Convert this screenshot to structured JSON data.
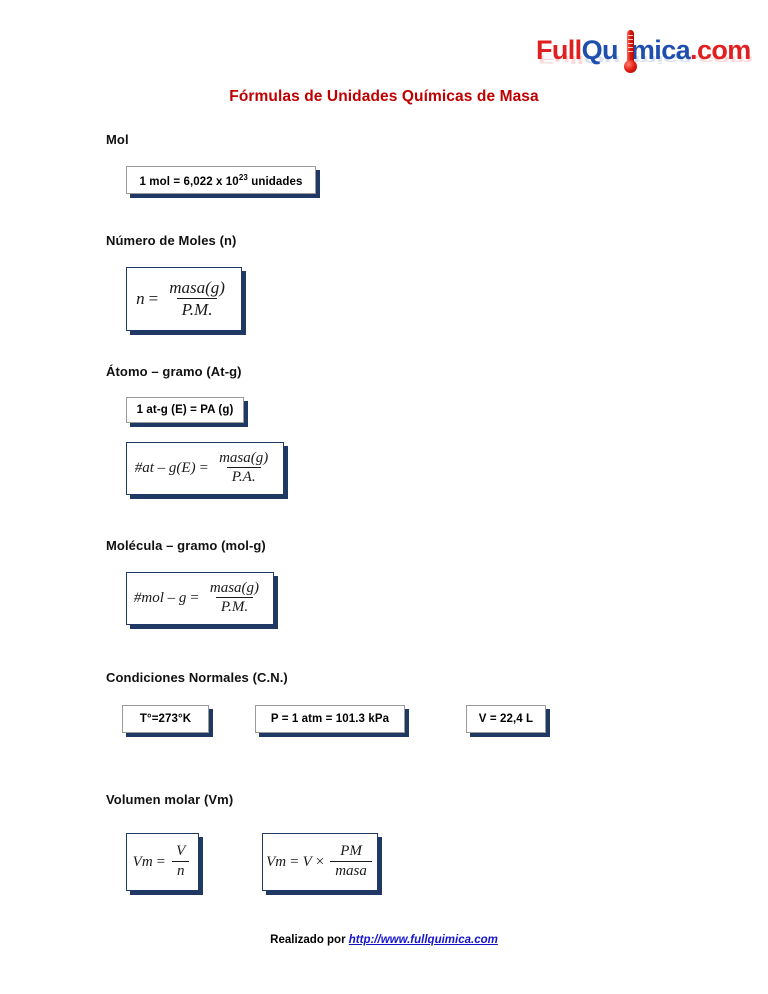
{
  "document": {
    "title": "Fórmulas de Unidades Químicas de Masa"
  },
  "logo": {
    "part1": "Full",
    "part2": "Qu",
    "part3": "mica",
    "part4": ".com",
    "icon": "thermometer-icon",
    "color_red": "#E02020",
    "color_blue": "#1F4FAE"
  },
  "colors": {
    "title_red": "#C00000",
    "box_border": "#1F3864",
    "link_blue": "#1414CC"
  },
  "sections": [
    {
      "heading": "Mol",
      "boxes": [
        {
          "kind": "plain",
          "text_before": "1 mol = 6,022 x 10",
          "superscript": "23",
          "text_after": " unidades"
        }
      ]
    },
    {
      "heading": "Número de Moles (n)",
      "boxes": [
        {
          "kind": "fraction",
          "lhs": "n",
          "operator": "=",
          "numerator": "masa(g)",
          "denominator": "P.M."
        }
      ]
    },
    {
      "heading": "Átomo – gramo (At-g)",
      "boxes": [
        {
          "kind": "plain",
          "text": "1 at-g (E) = PA (g)"
        },
        {
          "kind": "fraction",
          "lhs": "#at – g(E)",
          "operator": "=",
          "numerator": "masa(g)",
          "denominator": "P.A."
        }
      ]
    },
    {
      "heading": "Molécula – gramo (mol-g)",
      "boxes": [
        {
          "kind": "fraction",
          "lhs": "#mol – g",
          "operator": "=",
          "numerator": "masa(g)",
          "denominator": "P.M."
        }
      ]
    },
    {
      "heading": "Condiciones Normales (C.N.)",
      "boxes": [
        {
          "kind": "plain",
          "text": "T°=273°K"
        },
        {
          "kind": "plain",
          "text": "P = 1 atm = 101.3 kPa"
        },
        {
          "kind": "plain",
          "text": "V = 22,4 L"
        }
      ]
    },
    {
      "heading": "Volumen molar (Vm)",
      "boxes": [
        {
          "kind": "fraction",
          "lhs": "Vm",
          "operator": "=",
          "numerator": "V",
          "denominator": "n"
        },
        {
          "kind": "fraction2",
          "lhs": "Vm",
          "operator": "=",
          "mid": "V",
          "times": "×",
          "numerator": "PM",
          "denominator": "masa"
        }
      ]
    }
  ],
  "footer": {
    "prefix": "Realizado por ",
    "link_text": "http://www.fullquimica.com"
  }
}
